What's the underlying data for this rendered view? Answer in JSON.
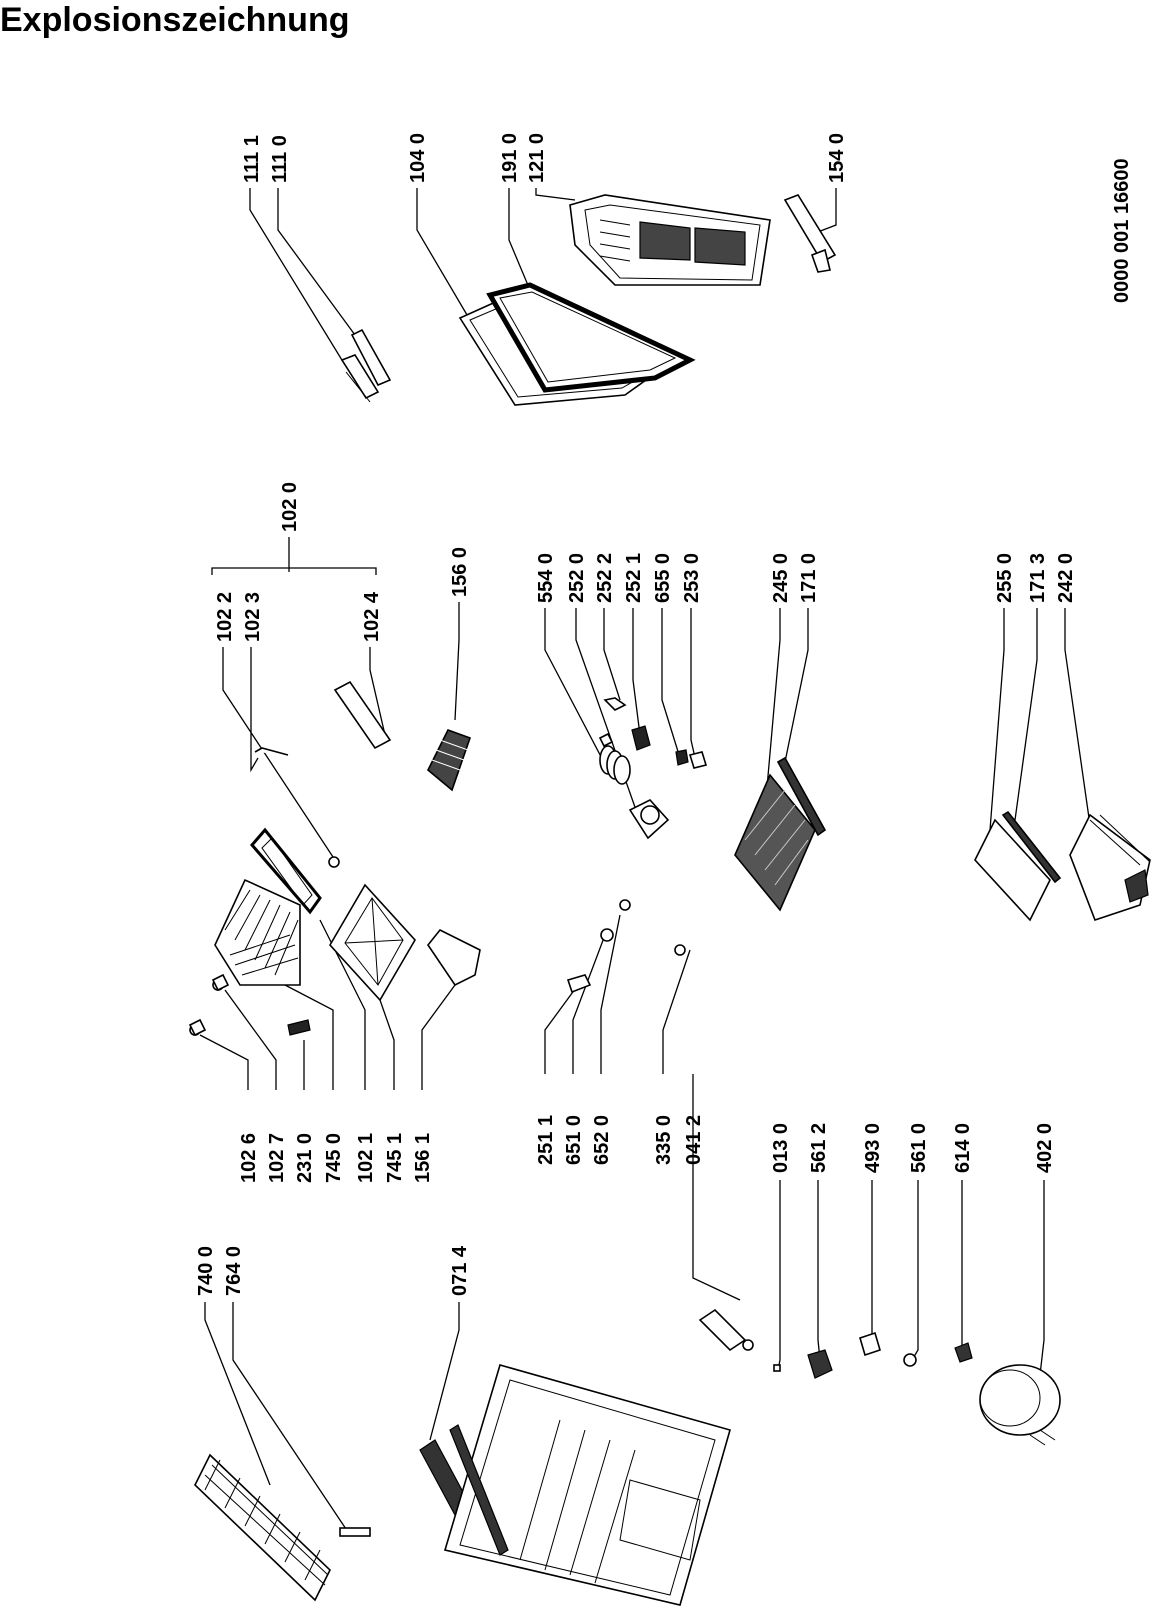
{
  "title": "Explosionszeichnung",
  "document_number": "0000 001 16600",
  "parts": {
    "p740_0": "740 0",
    "p764_0": "764 0",
    "p071_4": "071 4",
    "p102_6": "102 6",
    "p102_7": "102 7",
    "p231_0": "231 0",
    "p745_0": "745 0",
    "p102_1": "102 1",
    "p745_1": "745 1",
    "p156_1": "156 1",
    "p251_1": "251 1",
    "p651_0": "651 0",
    "p652_0": "652 0",
    "p335_0": "335 0",
    "p041_2": "041 2",
    "p013_0": "013 0",
    "p561_2": "561 2",
    "p493_0": "493 0",
    "p561_0": "561 0",
    "p614_0": "614 0",
    "p402_0": "402 0",
    "p111_1": "111 1",
    "p111_0": "111 0",
    "p104_0": "104 0",
    "p191_0": "191 0",
    "p121_0": "121 0",
    "p154_0": "154 0",
    "p102_0": "102 0",
    "p102_2": "102 2",
    "p102_3": "102 3",
    "p102_4": "102 4",
    "p156_0": "156 0",
    "p554_0": "554 0",
    "p252_0": "252 0",
    "p252_2": "252 2",
    "p252_1": "252 1",
    "p655_0": "655 0",
    "p253_0": "253 0",
    "p245_0": "245 0",
    "p171_0": "171 0",
    "p255_0": "255 0",
    "p171_3": "171 3",
    "p242_0": "242 0"
  }
}
